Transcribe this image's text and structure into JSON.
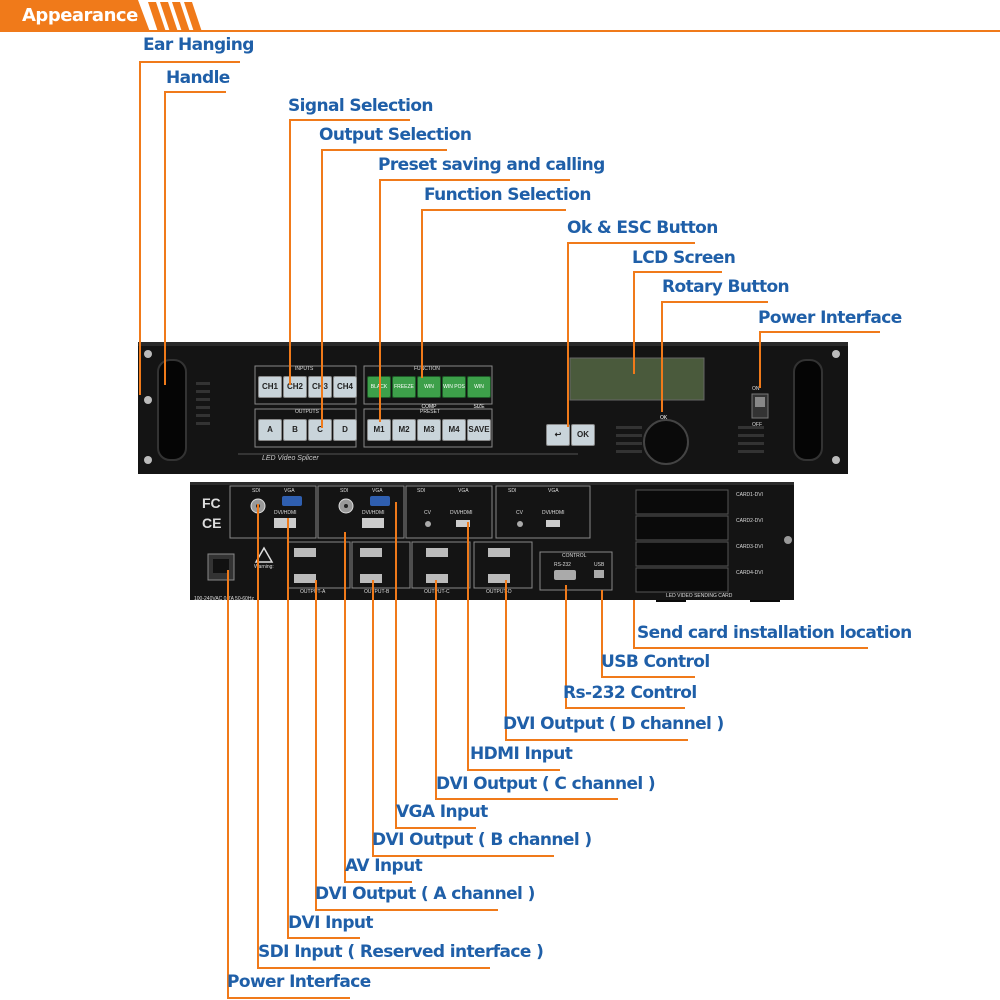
{
  "header": {
    "title": "Appearance"
  },
  "front_panel": {
    "group_inputs": "INPUTS",
    "group_outputs": "OUTPUTS",
    "group_function": "FUNCTION",
    "group_preset": "PRESET",
    "inputs": [
      "CH1",
      "CH2",
      "CH3",
      "CH4"
    ],
    "outputs": [
      "A",
      "B",
      "C",
      "D"
    ],
    "functions": [
      "BLACK",
      "FREEZE",
      "WIN COMP",
      "WIN POS",
      "WIN SIZE"
    ],
    "presets": [
      "M1",
      "M2",
      "M3",
      "M4",
      "SAVE"
    ],
    "ok_label": "OK",
    "knob_label": "OK",
    "model_name": "LED Video Splicer",
    "power_on": "ON",
    "power_off": "OFF"
  },
  "rear_panel": {
    "sdi": "SDI",
    "vga": "VGA",
    "dvi_hdmi": "DVI/HDMI",
    "cv": "CV",
    "output_a": "OUTPUT-A",
    "output_b": "OUTPUT-B",
    "output_c": "OUTPUT-C",
    "output_d": "OUTPUT-D",
    "control": "CONTROL",
    "rs232": "RS-232",
    "usb": "USB",
    "cards": [
      "CARD1-DVI",
      "CARD2-DVI",
      "CARD3-DVI",
      "CARD4-DVI"
    ],
    "card_label": "LED VIDEO SENDING CARD",
    "power_spec": "100-240VAC 0.7A 50-60Hz",
    "warning": "Warning:"
  },
  "labels": {
    "ear_hanging": "Ear Hanging",
    "handle": "Handle",
    "signal_selection": "Signal Selection",
    "output_selection": "Output Selection",
    "preset": "Preset saving and calling",
    "function_selection": "Function Selection",
    "ok_esc": "Ok & ESC Button",
    "lcd": "LCD Screen",
    "rotary": "Rotary Button",
    "power_top": "Power Interface",
    "send_card": "Send card installation location",
    "usb": "USB Control",
    "rs232": "Rs-232 Control",
    "dvi_d": "DVI Output ( D channel )",
    "hdmi": "HDMI Input",
    "dvi_c": "DVI Output ( C channel )",
    "vga": "VGA Input",
    "dvi_b": "DVI Output ( B channel )",
    "av": "AV Input",
    "dvi_a": "DVI Output ( A channel )",
    "dvi_in": "DVI Input",
    "sdi": "SDI Input ( Reserved interface )",
    "power_bottom": "Power Interface"
  },
  "colors": {
    "accent": "#f07a1a",
    "label_blue": "#1f5fa8",
    "device": "#141414",
    "button_green": "#3da04a",
    "lcd": "#4a5a3c"
  }
}
